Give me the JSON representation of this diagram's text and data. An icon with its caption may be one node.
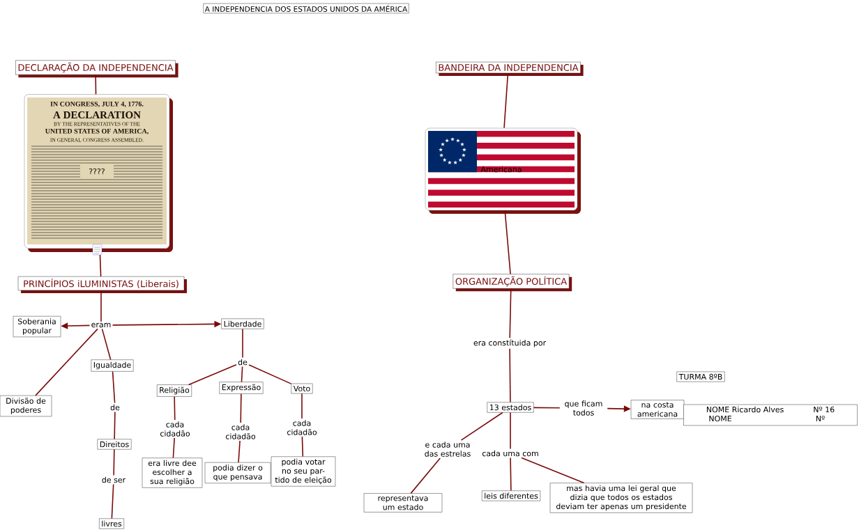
{
  "diagram": {
    "title": "A INDEPENDENCIA DOS ESTADOS UNIDOS DA AMÉRICA",
    "nodes": [
      {
        "text": [
          "DECLARAÇÃO DA INDEPENDENCIA"
        ]
      },
      {
        "text": [
          "????"
        ]
      },
      {
        "text": [
          "BANDEIRA DA INDEPENDENCIA"
        ]
      },
      {
        "text": [
          "Americana"
        ]
      },
      {
        "text": [
          "PRINCÍPIOS iLUMINISTAS (Liberais)"
        ]
      },
      {
        "text": [
          "ORGANIZAÇÃO POLÍTICA"
        ]
      },
      {
        "text": [
          "eram"
        ]
      },
      {
        "text": [
          "Soberania popular"
        ]
      },
      {
        "text": [
          "Liberdade"
        ]
      },
      {
        "text": [
          "Divisão de poderes"
        ]
      },
      {
        "text": [
          "Igualdade"
        ]
      },
      {
        "text": [
          "de"
        ]
      },
      {
        "text": [
          "Direitos"
        ]
      },
      {
        "text": [
          "de ser"
        ]
      },
      {
        "text": [
          "livres"
        ]
      },
      {
        "text": [
          "de"
        ]
      },
      {
        "text": [
          "Religião"
        ]
      },
      {
        "text": [
          "Expressão"
        ]
      },
      {
        "text": [
          "Voto"
        ]
      },
      {
        "text": [
          "cada cidadão"
        ]
      },
      {
        "text": [
          "cada cidadão"
        ]
      },
      {
        "text": [
          "cada cidadão"
        ]
      },
      {
        "text": [
          "era livre dee escolher a sua religião"
        ]
      },
      {
        "text": [
          "podia dizer o que pensava"
        ]
      },
      {
        "text": [
          "podia votar no seu par- tido de eleição"
        ]
      },
      {
        "text": [
          "era constítuida por"
        ]
      },
      {
        "text": [
          "13 estados"
        ]
      },
      {
        "text": [
          "que ficam todos"
        ]
      },
      {
        "text": [
          "na costa americana"
        ]
      },
      {
        "text": [
          "e cada uma das estrelas"
        ]
      },
      {
        "text": [
          "cada uma com"
        ]
      },
      {
        "text": [
          "representava um estado"
        ]
      },
      {
        "text": [
          "leis diferentes"
        ]
      },
      {
        "text": [
          "mas havia uma lei geral que dizia que todos os estados deviam ter apenas um presidente"
        ]
      },
      {
        "text": [
          "TURMA  8ºB"
        ]
      },
      {
        "text": [
          "NOME Ricardo Alves",
          "Nº 16",
          "NOME",
          "Nº"
        ]
      }
    ],
    "edges": [
      {
        "from": 0,
        "to": 1,
        "arrow": "none"
      },
      {
        "from": 1,
        "to": 4,
        "arrow": "none"
      },
      {
        "from": 2,
        "to": 3,
        "arrow": "none"
      },
      {
        "from": 3,
        "to": 5,
        "arrow": "none"
      },
      {
        "from": 4,
        "to": 6,
        "arrow": "none"
      },
      {
        "from": 6,
        "to": 7,
        "arrow": "to"
      },
      {
        "from": 6,
        "to": 8,
        "arrow": "to"
      },
      {
        "from": 6,
        "to": 9,
        "arrow": "none"
      },
      {
        "from": 6,
        "to": 10,
        "arrow": "none"
      },
      {
        "from": 10,
        "to": 11,
        "arrow": "none"
      },
      {
        "from": 11,
        "to": 12,
        "arrow": "none"
      },
      {
        "from": 12,
        "to": 13,
        "arrow": "none"
      },
      {
        "from": 13,
        "to": 14,
        "arrow": "none"
      },
      {
        "from": 8,
        "to": 15,
        "arrow": "none"
      },
      {
        "from": 15,
        "to": 16,
        "arrow": "none"
      },
      {
        "from": 15,
        "to": 17,
        "arrow": "none"
      },
      {
        "from": 15,
        "to": 18,
        "arrow": "none"
      },
      {
        "from": 16,
        "to": 19,
        "arrow": "none"
      },
      {
        "from": 19,
        "to": 22,
        "arrow": "none"
      },
      {
        "from": 17,
        "to": 20,
        "arrow": "none"
      },
      {
        "from": 20,
        "to": 23,
        "arrow": "none"
      },
      {
        "from": 18,
        "to": 21,
        "arrow": "none"
      },
      {
        "from": 21,
        "to": 24,
        "arrow": "none"
      },
      {
        "from": 5,
        "to": 25,
        "arrow": "none"
      },
      {
        "from": 25,
        "to": 26,
        "arrow": "none"
      },
      {
        "from": 26,
        "to": 27,
        "arrow": "none"
      },
      {
        "from": 27,
        "to": 28,
        "arrow": "to"
      },
      {
        "from": 26,
        "to": 29,
        "arrow": "none"
      },
      {
        "from": 29,
        "to": 31,
        "arrow": "none"
      },
      {
        "from": 26,
        "to": 30,
        "arrow": "none"
      },
      {
        "from": 30,
        "to": 32,
        "arrow": "none"
      },
      {
        "from": 30,
        "to": 33,
        "arrow": "none"
      }
    ],
    "labels": [
      "IN CONGRESS, JULY 4, 1776.",
      "A DECLARATION",
      "BY THE REPRESENTATIVES OF THE",
      "UNITED STATES OF AMERICA,",
      "IN GENERAL CONGRESS ASSEMBLED."
    ]
  }
}
